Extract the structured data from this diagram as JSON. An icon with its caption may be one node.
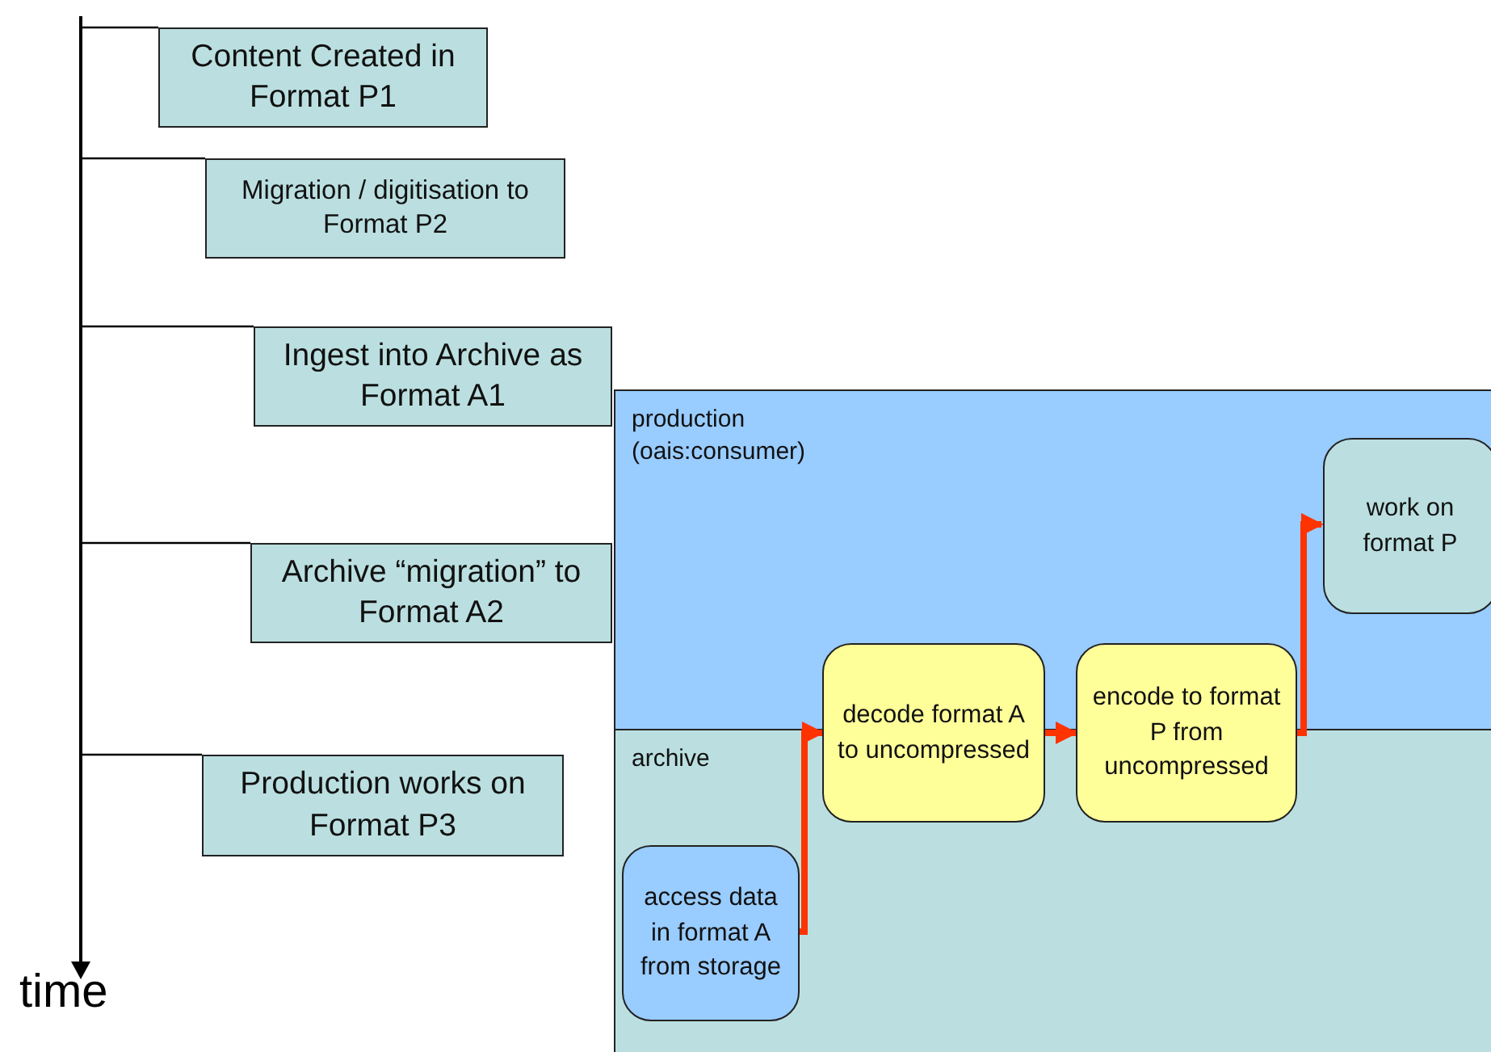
{
  "diagram": {
    "nodes": [
      {
        "text": [],
        "shape": "bar"
      },
      {
        "text": [
          "Content Created in Format P1"
        ]
      },
      {
        "text": [
          "Migration / digitisation to Format P2"
        ]
      },
      {
        "text": [
          "Ingest into Archive as Format A1"
        ]
      },
      {
        "text": [
          "Archive “migration” to Format A2"
        ]
      },
      {
        "text": [
          "Production works on Format P3"
        ]
      },
      {
        "text": [
          "production (oais:consumer)"
        ]
      },
      {
        "text": [
          "archive"
        ]
      },
      {
        "text": [
          "access data in format A from storage"
        ],
        "in": 7
      },
      {
        "text": [
          "decode format A to uncompressed"
        ]
      },
      {
        "text": [
          "encode to format P from uncompressed"
        ]
      },
      {
        "text": [
          "work on format P"
        ],
        "in": 6
      }
    ],
    "edges": [
      {
        "from": 0,
        "to": 1,
        "arrow": "none"
      },
      {
        "from": 0,
        "to": 2,
        "arrow": "none"
      },
      {
        "from": 0,
        "to": 3,
        "arrow": "none"
      },
      {
        "from": 0,
        "to": 4,
        "arrow": "none"
      },
      {
        "from": 0,
        "to": 5,
        "arrow": "none"
      },
      {
        "from": 8,
        "to": 9,
        "arrow": "to",
        "style": "thick",
        "color": "#ff3300"
      },
      {
        "from": 9,
        "to": 10,
        "arrow": "to",
        "style": "thick",
        "color": "#ff3300"
      },
      {
        "from": 10,
        "to": 11,
        "arrow": "to",
        "style": "thick",
        "color": "#ff3300"
      }
    ],
    "labels": [
      "time"
    ]
  }
}
